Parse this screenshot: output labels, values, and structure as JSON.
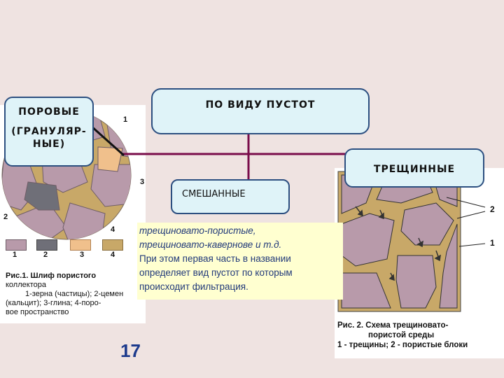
{
  "boxes": {
    "pore": {
      "line1": "ПОРОВЫЕ",
      "line2": "(ГРАНУЛЯР-",
      "line3": "НЫЕ)"
    },
    "voids": {
      "title": "ПО ВИДУ ПУСТОТ"
    },
    "fracture": {
      "title": "ТРЕЩИННЫЕ"
    },
    "mixed": {
      "title": "СМЕШАННЫЕ"
    }
  },
  "note": {
    "line1": "трещиновато-пористые,",
    "line2": "трещиновато-кавернове  и  т.д.",
    "line3": "При этом первая часть в названии",
    "line4": "определяет вид пустот по которым",
    "line5": "происходит фильтрация."
  },
  "figure1": {
    "callouts": {
      "c1": "1",
      "c2": "2",
      "c3": "3",
      "c4": "4"
    },
    "legend": [
      "1",
      "2",
      "3",
      "4"
    ],
    "caption": {
      "line1": "Рис.1. Шлиф пористого",
      "line2": "коллектора",
      "line3": "1-зерна (частицы); 2-цемен",
      "line4": "(кальцит); 3-глина; 4-поро-",
      "line5": "вое пространство"
    }
  },
  "figure2": {
    "callouts": {
      "c2": "2",
      "c1": "1"
    },
    "caption": {
      "line1": "Рис. 2. Схема трещиновато-",
      "line2": "пористой среды",
      "line3": "1 - трещины; 2 - пористые блоки"
    }
  },
  "page_number": "17",
  "colors": {
    "box_fill": "#dff3f8",
    "box_border": "#2c4f80",
    "grain": "#b89aaa",
    "cement": "#c8a868",
    "note_bg": "#ffffd0",
    "page_number": "#1c3a8c"
  }
}
